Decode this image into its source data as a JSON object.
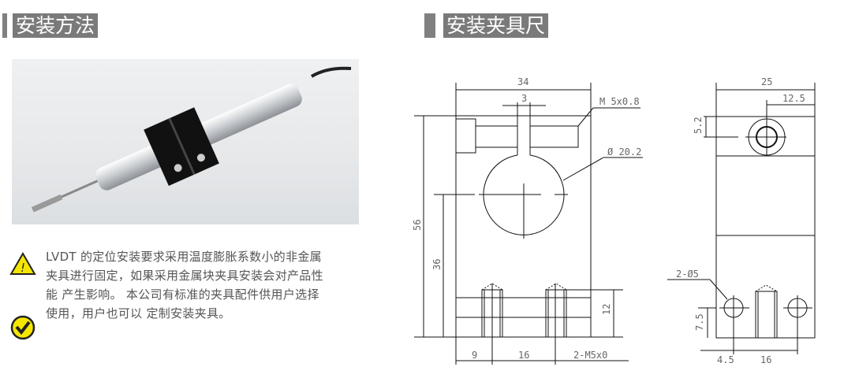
{
  "left_section": {
    "title": "安装方法"
  },
  "right_section": {
    "title": "安装夹具尺"
  },
  "notice": {
    "lines": [
      "LVDT 的定位安装要求采用温度膨胀系数小的非金属",
      "夹具进行固定，如果采用金属块夹具安装会对产品性",
      "能 产生影响。 本公司有标准的夹具配件供用户选择",
      "使用，用户也可以 定制安装夹具。"
    ],
    "warning_icon": "warning-triangle-icon",
    "check_icon": "check-circle-icon",
    "accent": "#f5e600"
  },
  "front_view": {
    "width": "34",
    "slot": "3",
    "thread": "M 5x0.8",
    "bore": "Ø 20.2",
    "height": "56",
    "center_height": "36",
    "hole_depth": "12",
    "edge": "9",
    "spacing": "16",
    "holes": "2-M5x0"
  },
  "side_view": {
    "width": "25",
    "half": "12.5",
    "offset": "5.2",
    "holes": "2-Ø5",
    "hole_height": "7.5",
    "edge": "4.5",
    "spacing": "16"
  }
}
